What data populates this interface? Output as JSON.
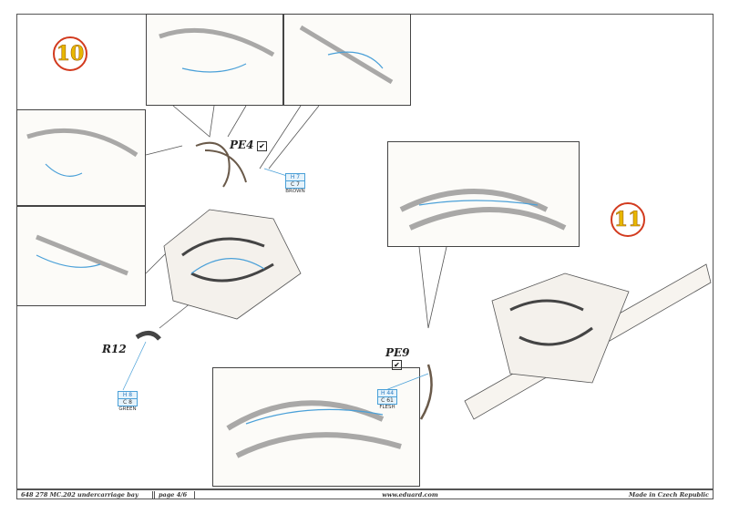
{
  "steps": [
    {
      "number": "10"
    },
    {
      "number": "11"
    }
  ],
  "parts": {
    "pe4": "PE4",
    "pe9": "PE9",
    "r12": "R12",
    "check": "✔"
  },
  "codes": [
    {
      "h": "H 7",
      "c": "C 7",
      "color": "BROWN"
    },
    {
      "h": "H 8",
      "c": "C 8",
      "color": "GREEN"
    },
    {
      "h": "H 44",
      "c": "C 61",
      "color": "FLESH"
    }
  ],
  "footer": {
    "kit": "648 278  MC.202 undercarriage bay",
    "page": "page 4/6",
    "url": "www.eduard.com",
    "origin": "Made in Czech Republic"
  },
  "colors": {
    "wire": "#4aa0d8",
    "circle": "#d23a1e",
    "number": "#e8b800"
  }
}
